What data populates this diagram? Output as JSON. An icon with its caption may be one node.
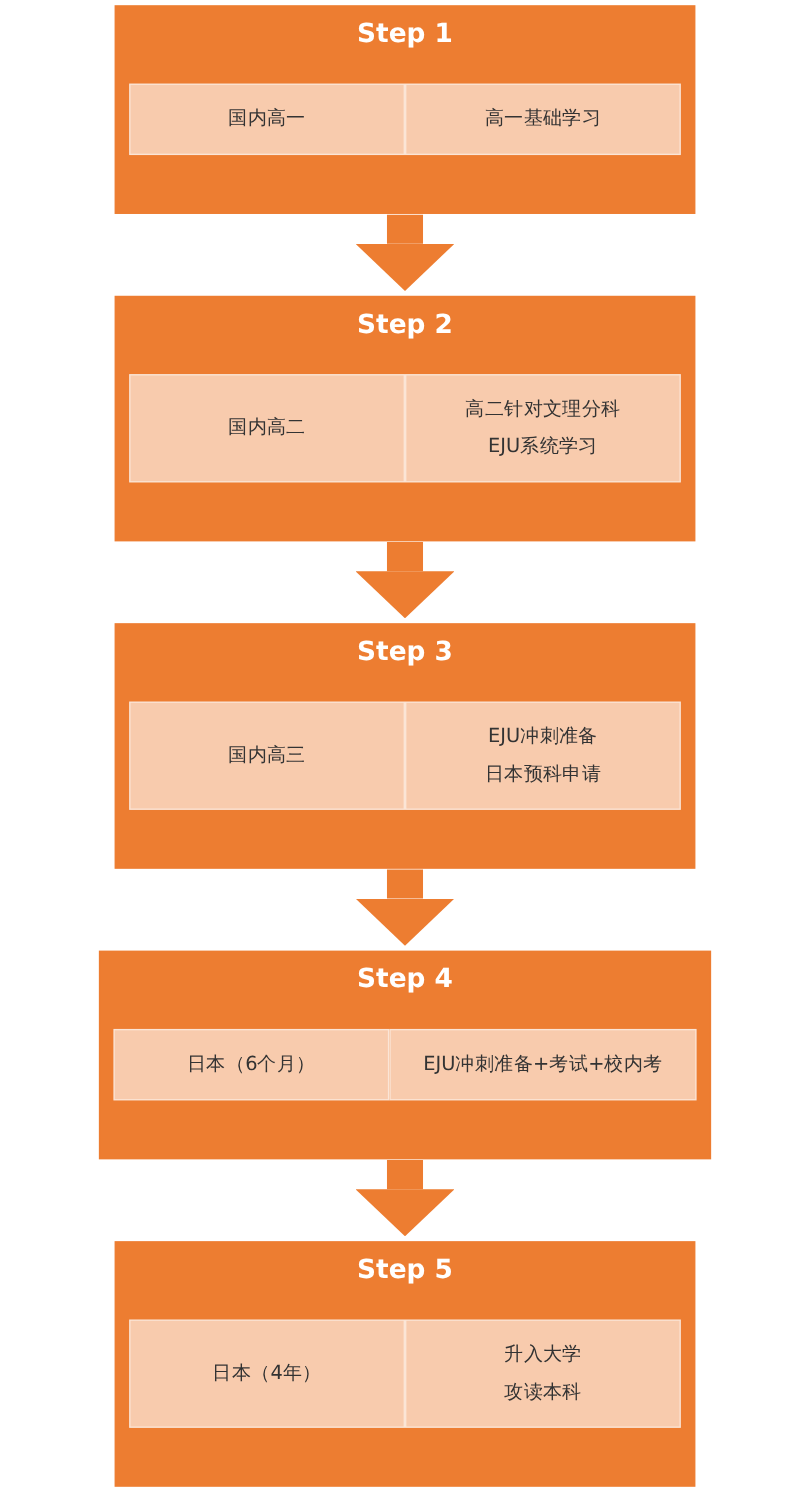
{
  "diagram": {
    "nodes": [
      {
        "text": [
          "Step 1"
        ]
      },
      {
        "text": [
          "国内高一"
        ],
        "in": 0
      },
      {
        "text": [
          "高一基础学习"
        ],
        "in": 0
      },
      {
        "text": [
          "Step 2"
        ]
      },
      {
        "text": [
          "国内高二"
        ],
        "in": 3
      },
      {
        "text": [
          "高二针对文理分科",
          "EJU系统学习"
        ],
        "in": 3
      },
      {
        "text": [
          "Step 3"
        ]
      },
      {
        "text": [
          "国内高三"
        ],
        "in": 6
      },
      {
        "text": [
          "EJU冲刺准备",
          "日本预科申请"
        ],
        "in": 6
      },
      {
        "text": [
          "Step 4"
        ]
      },
      {
        "text": [
          "日本（6个月）"
        ],
        "in": 9
      },
      {
        "text": [
          "EJU冲刺准备+考试+校内考"
        ],
        "in": 9
      },
      {
        "text": [
          "Step 5"
        ]
      },
      {
        "text": [
          "日本（4年）"
        ],
        "in": 12
      },
      {
        "text": [
          "升入大学",
          "攻读本科"
        ],
        "in": 12
      }
    ],
    "edges": [
      {
        "from": 0,
        "to": 3,
        "arrow": "to"
      },
      {
        "from": 3,
        "to": 6,
        "arrow": "to"
      },
      {
        "from": 6,
        "to": 9,
        "arrow": "to"
      },
      {
        "from": 9,
        "to": 12,
        "arrow": "to"
      }
    ]
  }
}
